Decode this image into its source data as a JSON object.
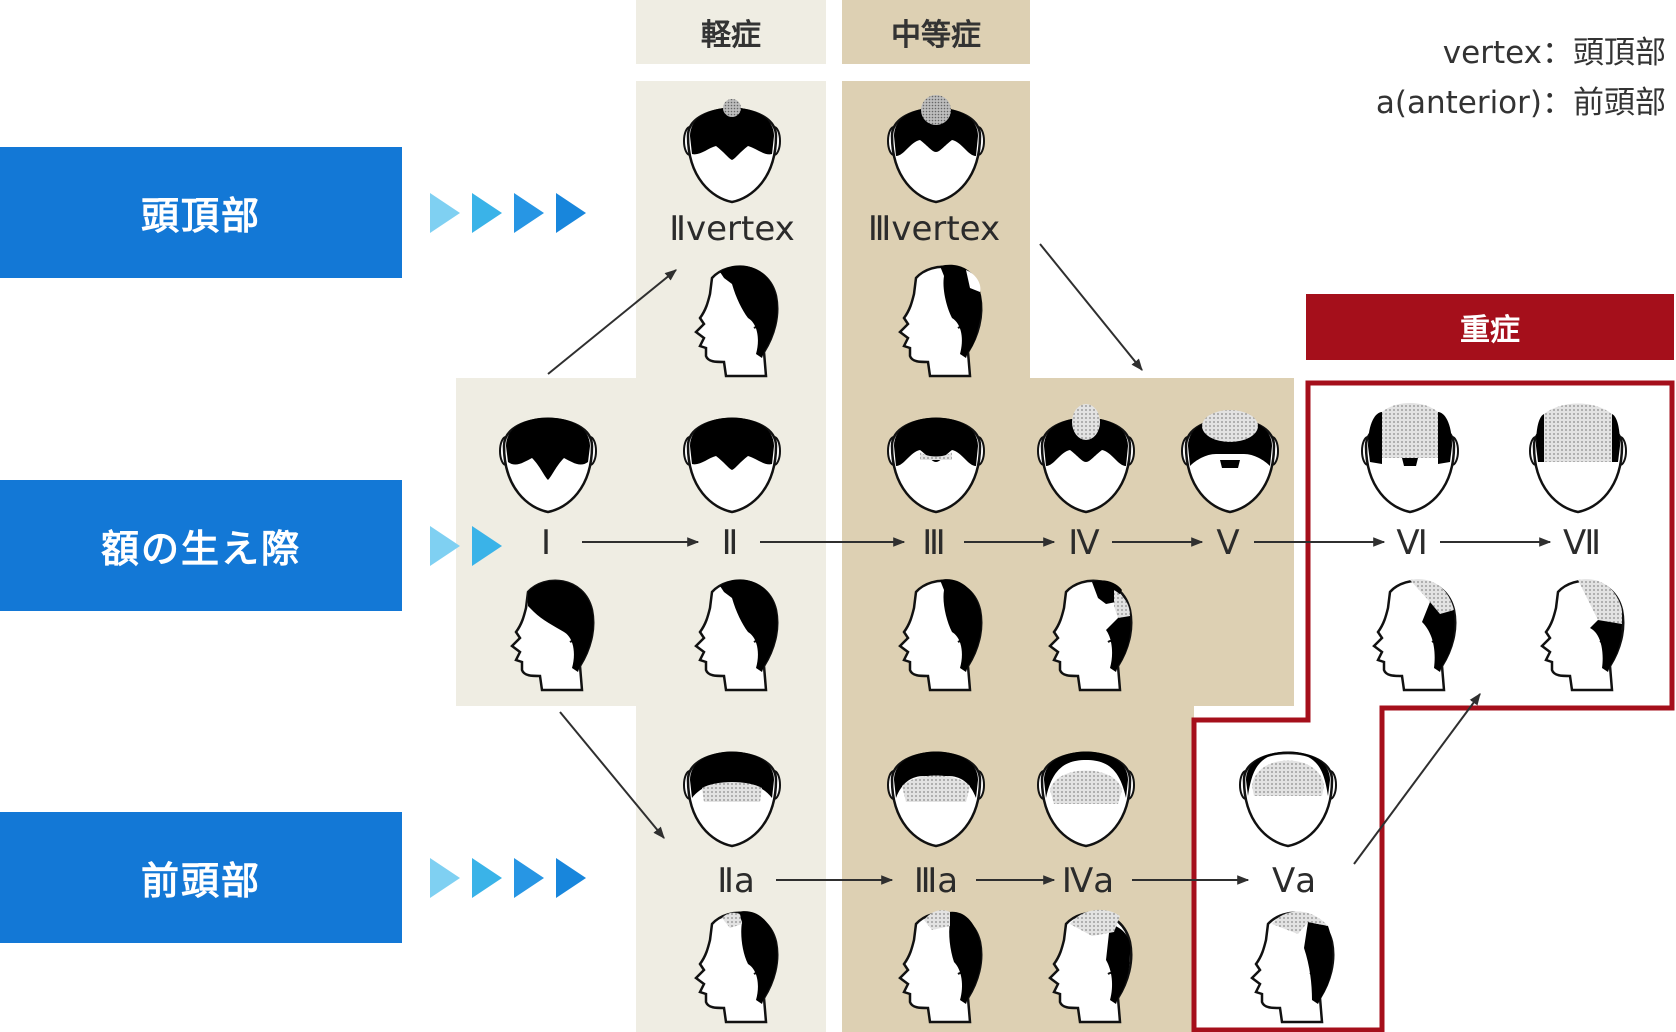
{
  "colors": {
    "row_label_bg": "#1378d6",
    "mild_bg": "#efede3",
    "moderate_bg": "#ddd0b3",
    "severe_red": "#a50f1b",
    "arrow": "#2f2f2f",
    "play_light": "#7fd0f2",
    "play_mid": "#3ab3e8",
    "play_dark": "#1886dc"
  },
  "row_labels": {
    "vertex": "頭頂部",
    "hairline": "額の生え際",
    "anterior": "前頭部"
  },
  "severity": {
    "mild": "軽症",
    "moderate": "中等症",
    "severe": "重症"
  },
  "legend": {
    "vertex_line": "vertex：頭頂部",
    "anterior_line": "a(anterior)：前頭部"
  },
  "stages": {
    "s1": "Ⅰ",
    "s2": "Ⅱ",
    "s3": "Ⅲ",
    "s4": "Ⅳ",
    "s5": "Ⅴ",
    "s6": "Ⅵ",
    "s7": "Ⅶ",
    "s2v": "Ⅱvertex",
    "s3v": "Ⅲvertex",
    "s2a": "Ⅱa",
    "s3a": "Ⅲa",
    "s4a": "Ⅳa",
    "s5a": "Ⅴa"
  },
  "icons": {
    "top_view": "head-top-view-icon",
    "side_view": "head-side-view-icon",
    "play": "play-triangle-icon"
  }
}
